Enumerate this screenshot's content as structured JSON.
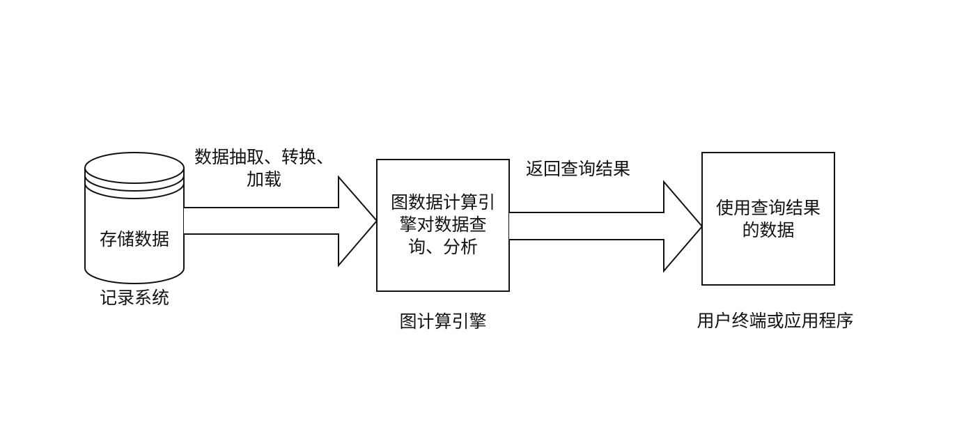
{
  "diagram": {
    "nodes": {
      "storage": {
        "label": "存储数据",
        "caption": "记录系统",
        "shape": "cylinder"
      },
      "engine": {
        "label_lines": [
          "图数据计算引",
          "擎对数据查",
          "询、分析"
        ],
        "caption": "图计算引擎",
        "shape": "rectangle"
      },
      "client": {
        "label_lines": [
          "使用查询结果",
          "的数据"
        ],
        "caption": "用户终端或应用程序",
        "shape": "rectangle"
      }
    },
    "edges": {
      "extract": {
        "label_lines": [
          "数据抽取、转换、",
          "加载"
        ],
        "from": "storage",
        "to": "engine",
        "shape": "block-arrow"
      },
      "result": {
        "label": "返回查询结果",
        "from": "engine",
        "to": "client",
        "shape": "block-arrow"
      }
    },
    "colors": {
      "stroke": "#111111",
      "fill": "#ffffff",
      "text": "#111111"
    }
  }
}
